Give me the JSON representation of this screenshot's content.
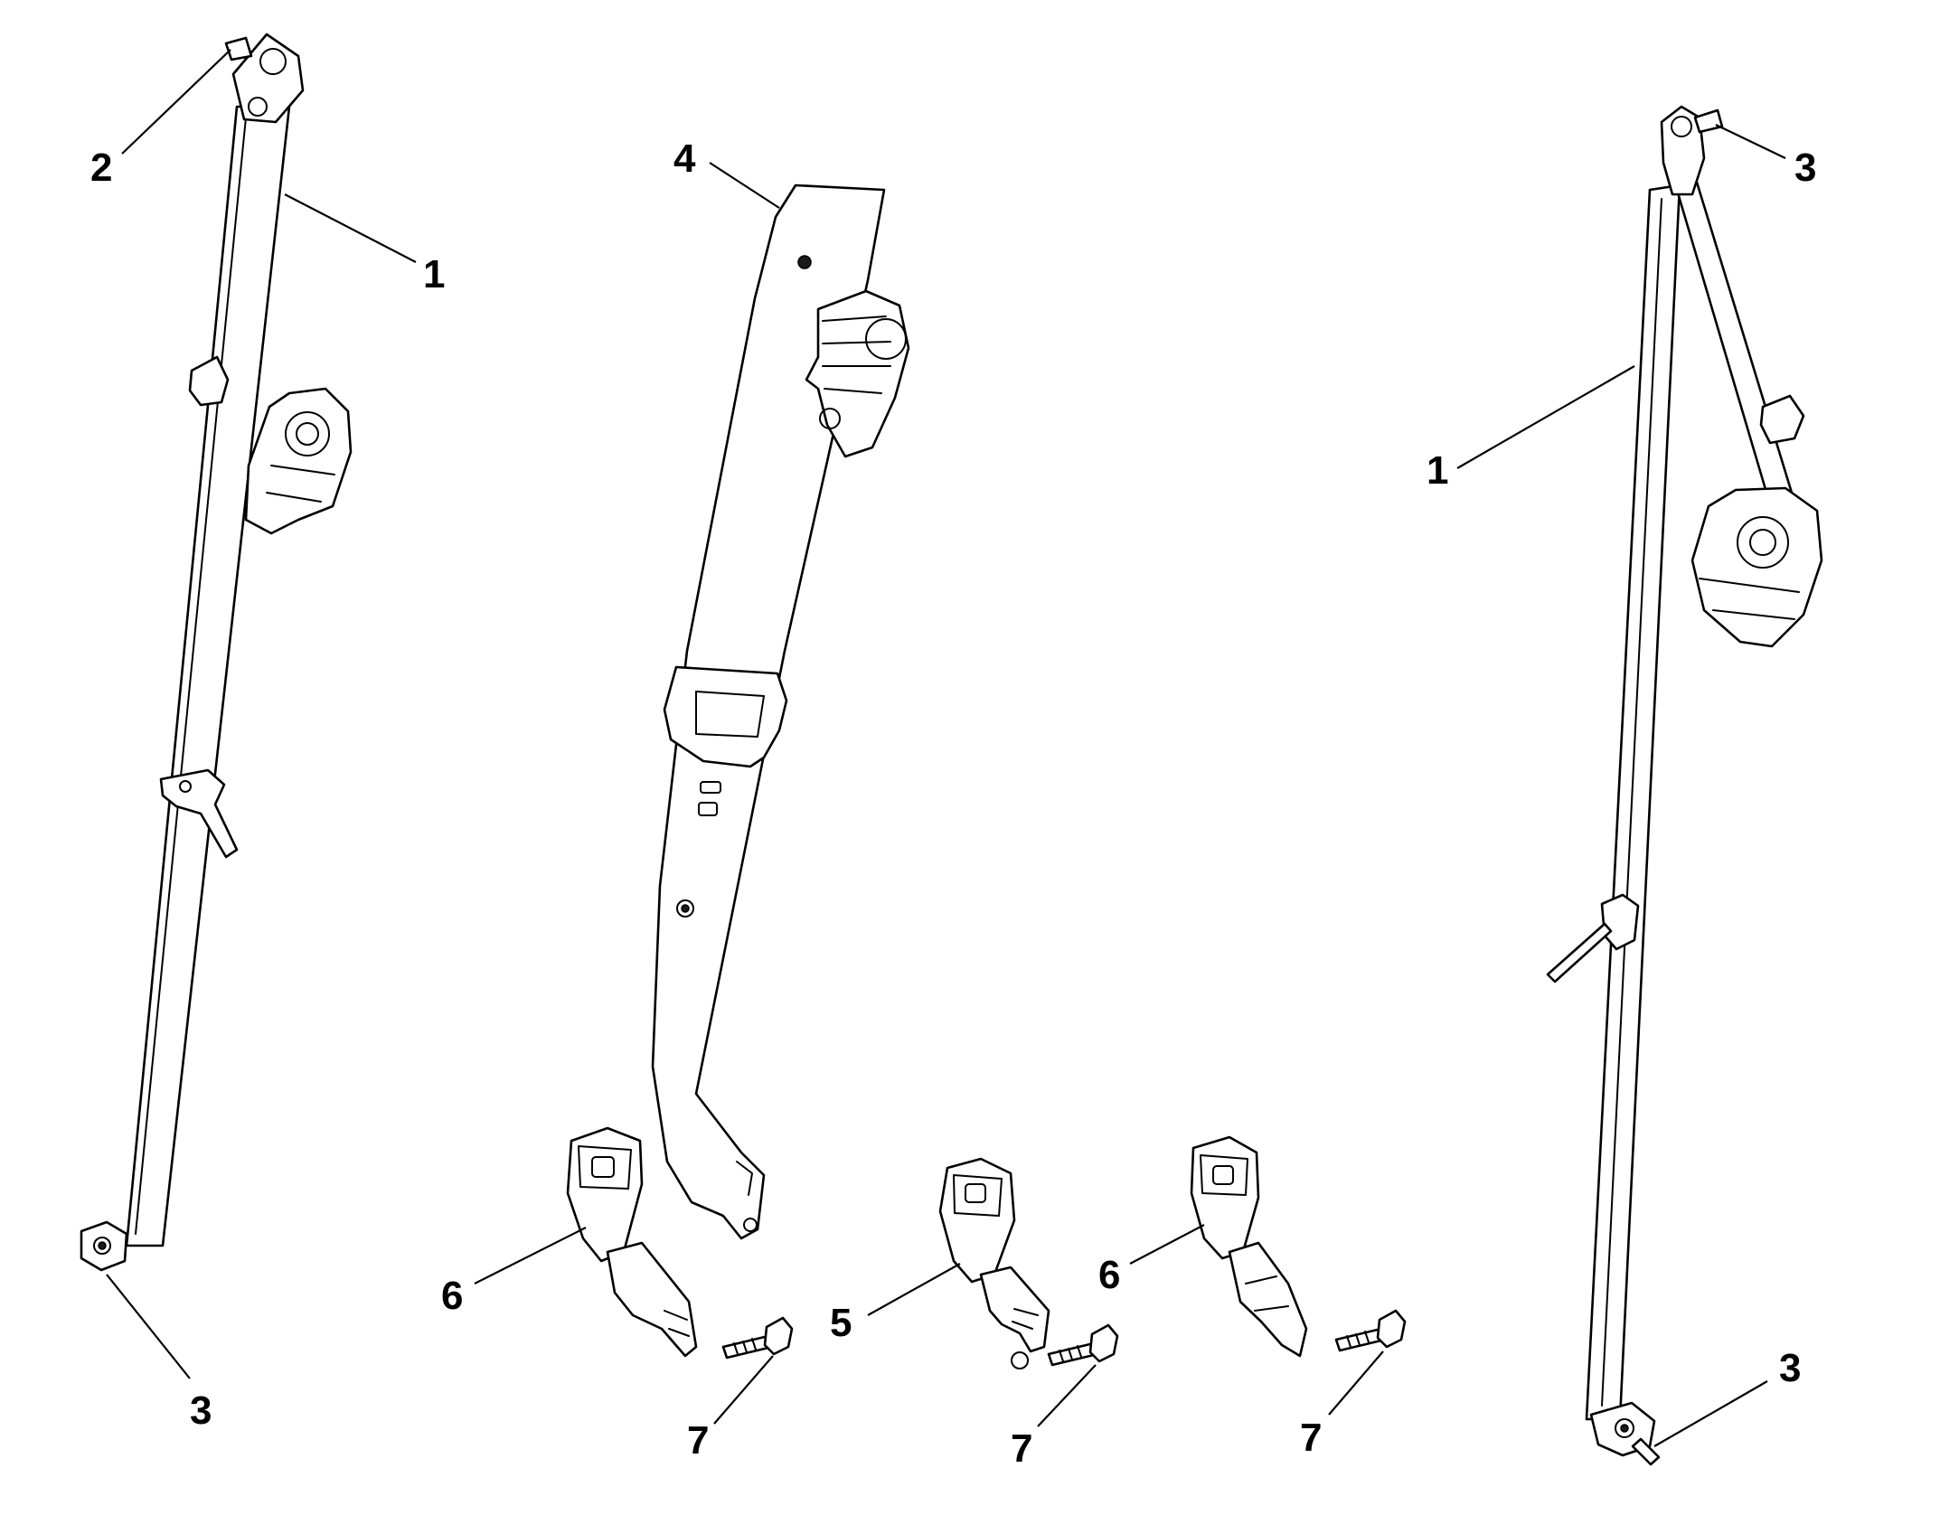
{
  "callouts": [
    {
      "id": "c1a",
      "label": "2"
    },
    {
      "id": "c1b",
      "label": "1"
    },
    {
      "id": "c1c",
      "label": "3"
    },
    {
      "id": "c2a",
      "label": "4"
    },
    {
      "id": "c2b",
      "label": "6"
    },
    {
      "id": "c2c",
      "label": "7"
    },
    {
      "id": "c3a",
      "label": "5"
    },
    {
      "id": "c3b",
      "label": "7"
    },
    {
      "id": "c4a",
      "label": "6"
    },
    {
      "id": "c4b",
      "label": "7"
    },
    {
      "id": "c5a",
      "label": "3"
    },
    {
      "id": "c5b",
      "label": "1"
    },
    {
      "id": "c5c",
      "label": "3"
    }
  ],
  "colors": {
    "line": "#000000",
    "background": "#ffffff"
  }
}
